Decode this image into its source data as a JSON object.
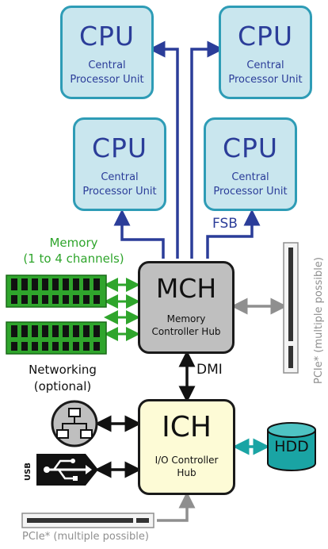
{
  "cpus": [
    {
      "title": "CPU",
      "line1": "Central",
      "line2": "Processor Unit"
    },
    {
      "title": "CPU",
      "line1": "Central",
      "line2": "Processor Unit"
    },
    {
      "title": "CPU",
      "line1": "Central",
      "line2": "Processor Unit"
    },
    {
      "title": "CPU",
      "line1": "Central",
      "line2": "Processor Unit"
    }
  ],
  "bus_label": "FSB",
  "mch": {
    "title": "MCH",
    "line1": "Memory",
    "line2": "Controller Hub"
  },
  "dmi_label": "DMI",
  "ich": {
    "title": "ICH",
    "line1": "I/O Controller",
    "line2": "Hub"
  },
  "memory": {
    "line1": "Memory",
    "line2": "(1 to 4 channels)"
  },
  "networking": {
    "line1": "Networking",
    "line2": "(optional)"
  },
  "usb_label": "USB",
  "hdd_label": "HDD",
  "pcie_right": "PCIe* (multiple possible)",
  "pcie_bottom": "PCIe* (multiple possible)",
  "colors": {
    "cpu_fill": "#c9e6ee",
    "cpu_border": "#2e9cb6",
    "cpu_text": "#2b3d99",
    "mch_fill": "#bfbfbf",
    "ich_fill": "#fdfbd6",
    "memory": "#2fa52c",
    "hdd": "#1aa4a4",
    "pcie": "#8f8f8f"
  },
  "icons": [
    "memory-module-icon",
    "network-icon",
    "usb-icon",
    "hdd-icon",
    "pcie-slot-icon"
  ]
}
